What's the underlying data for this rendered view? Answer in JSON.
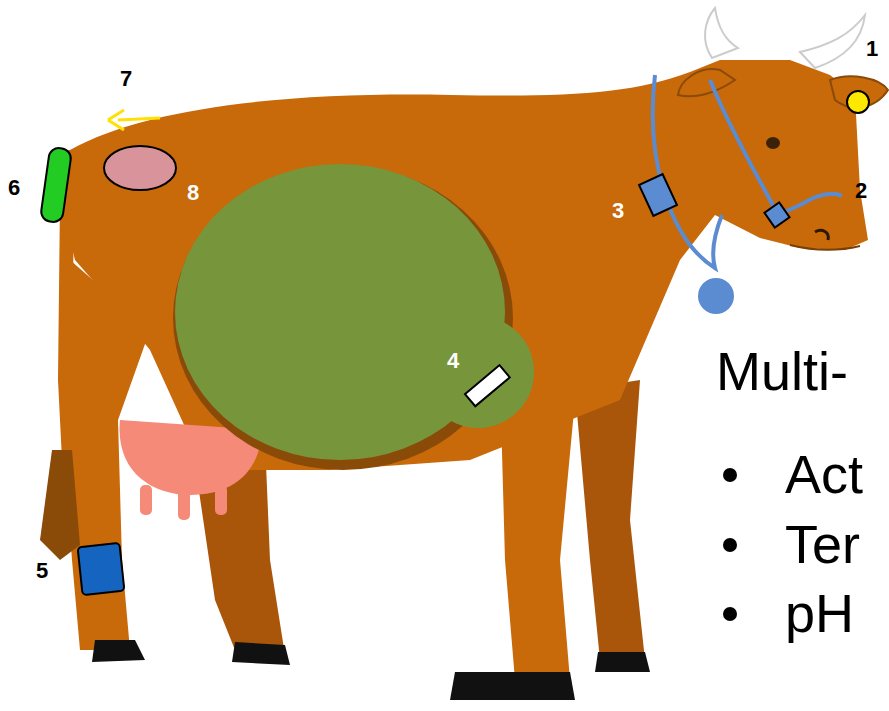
{
  "diagram": {
    "labels": [
      "1",
      "2",
      "3",
      "4",
      "5",
      "6",
      "7",
      "8",
      "Multi-",
      "Act",
      "Ter",
      "pH"
    ]
  }
}
